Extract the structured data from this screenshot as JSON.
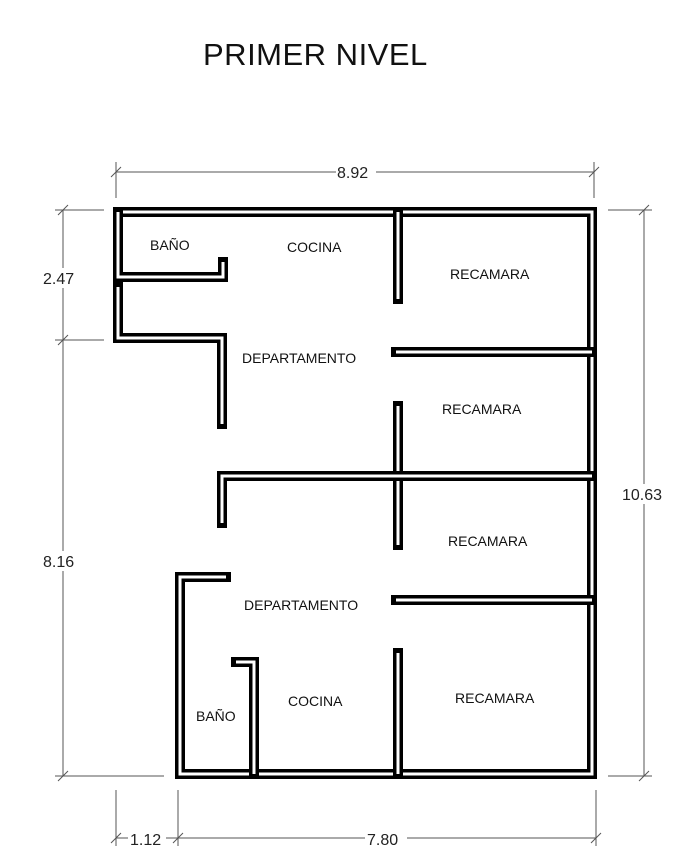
{
  "title": "PRIMER NIVEL",
  "rooms": {
    "bano_top": "BAÑO",
    "cocina_top": "COCINA",
    "recamara_1": "RECAMARA",
    "departamento_top": "DEPARTAMENTO",
    "recamara_2": "RECAMARA",
    "recamara_3": "RECAMARA",
    "departamento_bottom": "DEPARTAMENTO",
    "recamara_4": "RECAMARA",
    "bano_bottom": "BAÑO",
    "cocina_bottom": "COCINA"
  },
  "dimensions": {
    "top_width": "8.92",
    "right_height": "10.63",
    "left_upper": "2.47",
    "left_lower": "8.16",
    "bottom_left": "1.12",
    "bottom_right": "7.80"
  }
}
